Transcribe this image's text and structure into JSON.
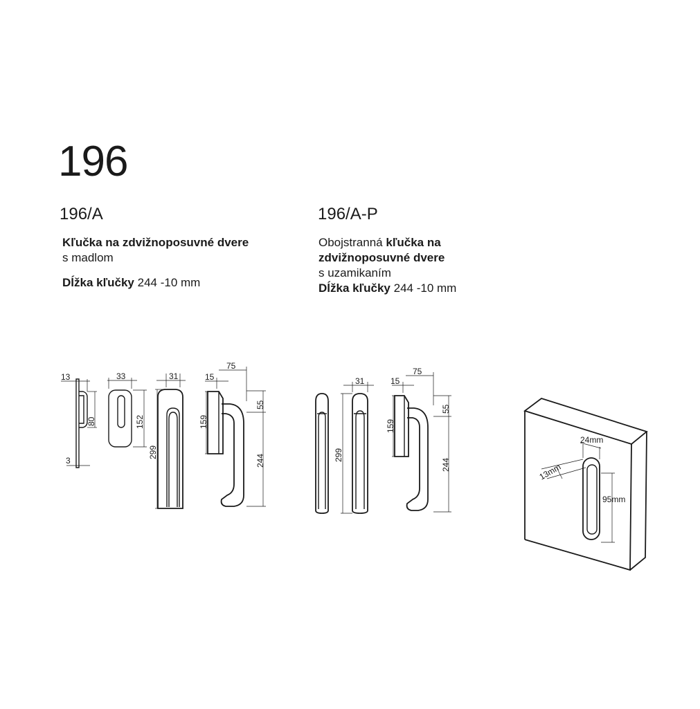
{
  "title": "196",
  "variant_a": {
    "code": "196/A",
    "line1_bold": "Kľučka na zdvižnoposuvné dvere",
    "line2": "s madlom",
    "length_label": "Dĺžka kľučky",
    "length_value": "244 -10 mm"
  },
  "variant_ap": {
    "code": "196/A-P",
    "line1_normal": "Obojstranná",
    "line1_bold": "kľučka na",
    "line2_bold": "zdvižnoposuvné dvere",
    "line3": "s uzamikaním",
    "length_label": "Dĺžka kľučky",
    "length_value": "244 -10 mm"
  },
  "dimensions_a": {
    "d13": "13",
    "d80": "80",
    "d3": "3",
    "d33": "33",
    "d152": "152",
    "d31": "31",
    "d299": "299",
    "d15": "15",
    "d75": "75",
    "d159": "159",
    "d55": "55",
    "d244": "244"
  },
  "dimensions_ap": {
    "d299": "299",
    "d31": "31",
    "d15": "15",
    "d75": "75",
    "d159": "159",
    "d55": "55",
    "d244": "244"
  },
  "iso_dimensions": {
    "width": "24mm",
    "depth": "13mm",
    "height": "95mm"
  }
}
